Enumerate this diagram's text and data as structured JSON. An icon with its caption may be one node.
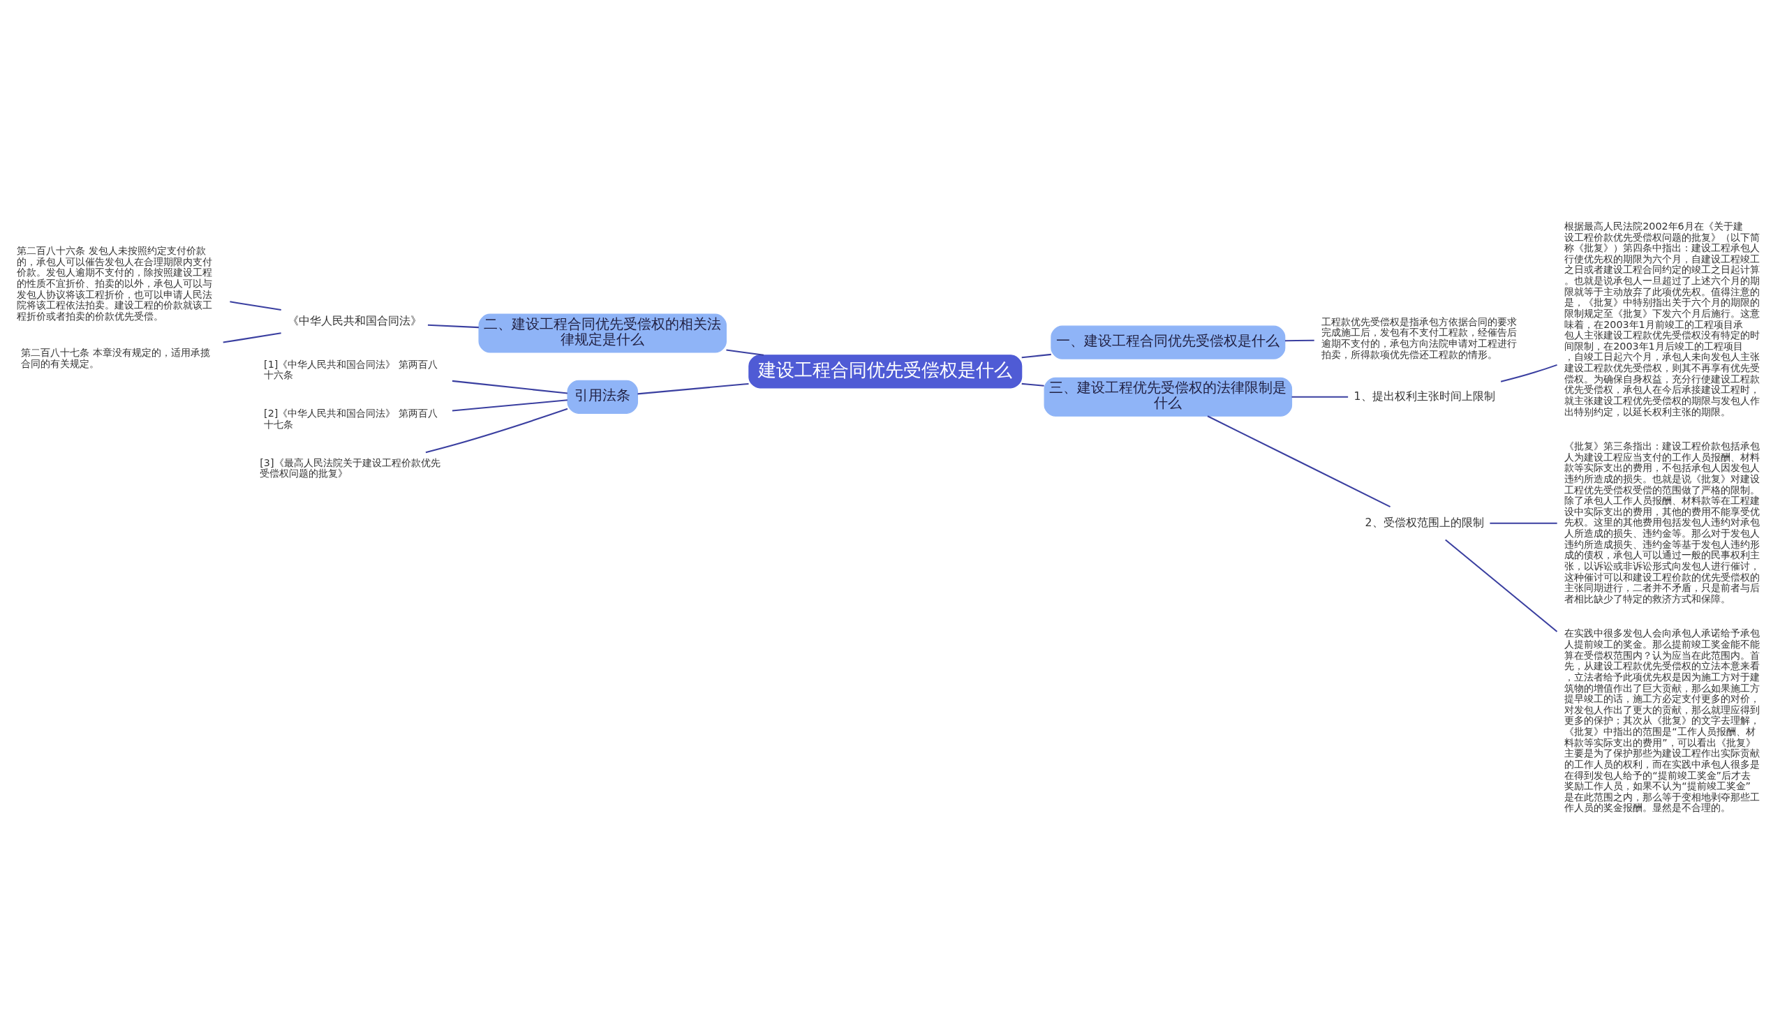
{
  "diagram": {
    "nodes": [
      {
        "text": [
          "建设工程合同优先受偿权是什么"
        ]
      },
      {
        "text": [
          "二、建设工程合同优先受偿权的相关法律规定是什么"
        ]
      },
      {
        "text": [
          "《中华人民共和国合同法》"
        ]
      },
      {
        "text": [
          "第二百八十六条 发包人未按照约定支付价款的，承包人可以催告发包人在合理期限内支付价款。发包人逾期不支付的，除按照建设工程的性质不宜折价、拍卖的以外，承包人可以与发包人协议将该工程折价，也可以申请人民法院将该工程依法拍卖。建设工程的价款就该工程折价或者拍卖的价款优先受偿。"
        ]
      },
      {
        "text": [
          "第二百八十七条 本章没有规定的，适用承揽合同的有关规定。"
        ]
      },
      {
        "text": [
          "引用法条"
        ]
      },
      {
        "text": [
          "[1]《中华人民共和国合同法》 第两百八十六条"
        ]
      },
      {
        "text": [
          "[2]《中华人民共和国合同法》 第两百八十七条"
        ]
      },
      {
        "text": [
          "[3]《最高人民法院关于建设工程价款优先受偿权问题的批复》"
        ]
      },
      {
        "text": [
          "一、建设工程合同优先受偿权是什么"
        ]
      },
      {
        "text": [
          "工程款优先受偿权是指承包方依据合同的要求完成施工后，发包有不支付工程款，经催告后逾期不支付的，承包方向法院申请对工程进行拍卖，所得款项优先偿还工程款的情形。"
        ]
      },
      {
        "text": [
          "三、建设工程优先受偿权的法律限制是什么"
        ]
      },
      {
        "text": [
          "1、提出权利主张时间上限制"
        ]
      },
      {
        "text": [
          "根据最高人民法院2002年6月在《关于建设工程价款优先受偿权问题的批复》（以下简称《批复》）第四条中指出：建设工程承包人行使优先权的期限为六个月，自建设工程竣工之日或者建设工程合同约定的竣工之日起计算。也就是说承包人一旦超过了上述六个月的期限就等于主动放弃了此项优先权。值得注意的是，《批复》中特别指出关于六个月的期限的限制规定至《批复》下发六个月后施行。这意味着，在2003年1月前竣工的工程项目承包人主张建设工程款优先受偿权没有特定的时间限制，在2003年1月后竣工的工程项目，自竣工日起六个月，承包人未向发包人主张建设工程款优先受偿权，则其不再享有优先受偿权。为确保自身权益，充分行使建设工程款优先受偿权，承包人在今后承接建设工程时，就主张建设工程优先受偿权的期限与发包人作出特别约定，以延长权利主张的期限。"
        ]
      },
      {
        "text": [
          "2、受偿权范围上的限制"
        ]
      },
      {
        "text": [
          "《批复》第三条指出：建设工程价款包括承包人为建设工程应当支付的工作人员报酬、材料款等实际支出的费用，不包括承包人因发包人违约所造成的损失。也就是说《批复》对建设工程优先受偿权受偿的范围做了严格的限制。除了承包人工作人员报酬、材料款等在工程建设中实际支出的费用，其他的费用不能享受优先权。这里的其他费用包括发包人违约对承包人所造成的损失、违约金等。那么对于发包人违约所造成损失、违约金等基于发包人违约形成的债权，承包人可以通过一般的民事权利主张，以诉讼或非诉讼形式向发包人进行催讨，这种催讨可以和建设工程价款的优先受偿权的主张同期进行，二者并不矛盾，只是前者与后者相比缺少了特定的救济方式和保障。"
        ]
      },
      {
        "text": [
          "在实践中很多发包人会向承包人承诺给予承包人提前竣工的奖金。那么提前竣工奖金能不能算在受偿权范围内？认为应当在此范围内。首先，从建设工程款优先受偿权的立法本意来看，立法者给予此项优先权是因为施工方对于建筑物的增值作出了巨大贡献，那么如果施工方提早竣工的话，施工方必定支付更多的对价，对发包人作出了更大的贡献，那么就理应得到更多的保护；其次从《批复》的文字去理解，《批复》中指出的范围是“工作人员报酬、材料款等实际支出的费用”，可以看出《批复》主要是为了保护那些为建设工程作出实际贡献的工作人员的权利，而在实践中承包人很多是在得到发包人给予的“提前竣工奖金”后才去奖励工作人员，如果不认为“提前竣工奖金”是在此范围之内，那么等于变相地剥夺那些工作人员的奖金报酬。显然是不合理的。"
        ]
      }
    ],
    "edges": [
      {
        "from": 0,
        "to": 1,
        "arrow": "none"
      },
      {
        "from": 1,
        "to": 2,
        "arrow": "none"
      },
      {
        "from": 2,
        "to": 3,
        "arrow": "none"
      },
      {
        "from": 2,
        "to": 4,
        "arrow": "none"
      },
      {
        "from": 0,
        "to": 5,
        "arrow": "none"
      },
      {
        "from": 5,
        "to": 6,
        "arrow": "none"
      },
      {
        "from": 5,
        "to": 7,
        "arrow": "none"
      },
      {
        "from": 5,
        "to": 8,
        "arrow": "none"
      },
      {
        "from": 0,
        "to": 9,
        "arrow": "none"
      },
      {
        "from": 9,
        "to": 10,
        "arrow": "none"
      },
      {
        "from": 0,
        "to": 11,
        "arrow": "none"
      },
      {
        "from": 11,
        "to": 12,
        "arrow": "none"
      },
      {
        "from": 12,
        "to": 13,
        "arrow": "none"
      },
      {
        "from": 11,
        "to": 14,
        "arrow": "none"
      },
      {
        "from": 14,
        "to": 15,
        "arrow": "none"
      },
      {
        "from": 14,
        "to": 16,
        "arrow": "none"
      }
    ]
  }
}
